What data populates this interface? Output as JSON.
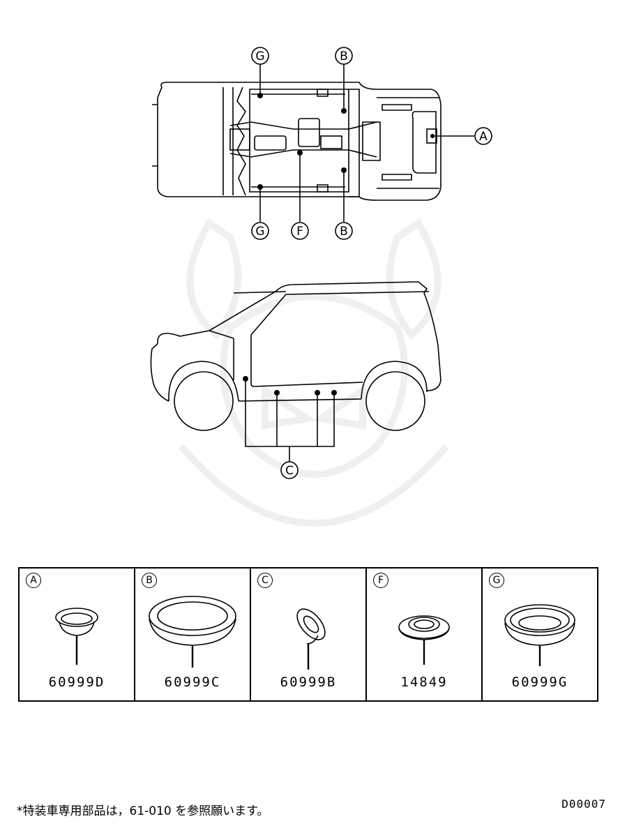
{
  "top_view": {
    "callouts": {
      "g_top": "G",
      "b_top": "B",
      "a_right": "A",
      "g_bottom": "G",
      "f_bottom": "F",
      "b_bottom": "B"
    }
  },
  "side_view": {
    "callout_c": "C"
  },
  "parts": [
    {
      "letter": "A",
      "part_number": "60999D",
      "icon": "small-plug-icon"
    },
    {
      "letter": "B",
      "part_number": "60999C",
      "icon": "large-plug-icon"
    },
    {
      "letter": "C",
      "part_number": "60999B",
      "icon": "angled-grommet-icon"
    },
    {
      "letter": "F",
      "part_number": "14849",
      "icon": "medium-grommet-icon"
    },
    {
      "letter": "G",
      "part_number": "60999G",
      "icon": "large-grommet-icon"
    }
  ],
  "footnote": "*特装車専用部品は，61-010 を参照願います。",
  "diagram_code": "D00007"
}
